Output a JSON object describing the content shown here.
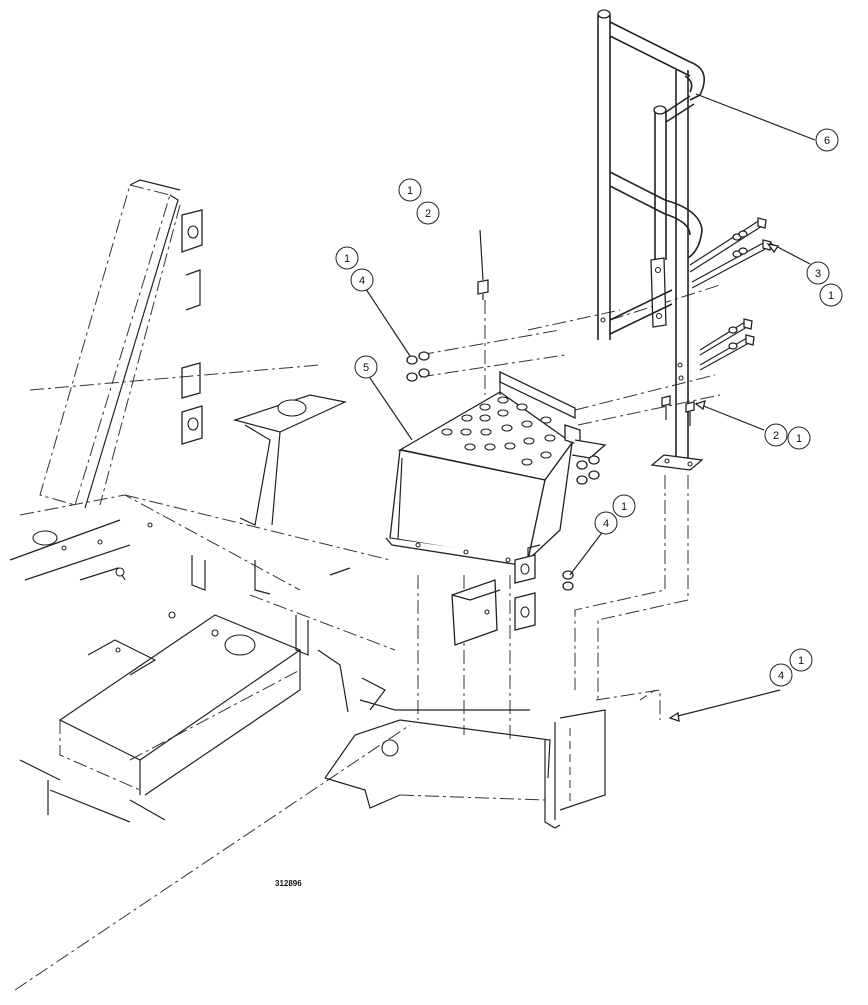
{
  "drawing": {
    "part_number": "312896",
    "callouts": {
      "c6": "6",
      "c1a": "1",
      "c2a": "2",
      "c1b": "1",
      "c4b": "4",
      "c5": "5",
      "c3": "3",
      "c1c": "1",
      "c2d": "2",
      "c1d": "1",
      "c1e": "1",
      "c4e": "4",
      "c4f": "4",
      "c1f": "1"
    }
  },
  "colors": {
    "line": "#222222",
    "background": "#ffffff"
  }
}
